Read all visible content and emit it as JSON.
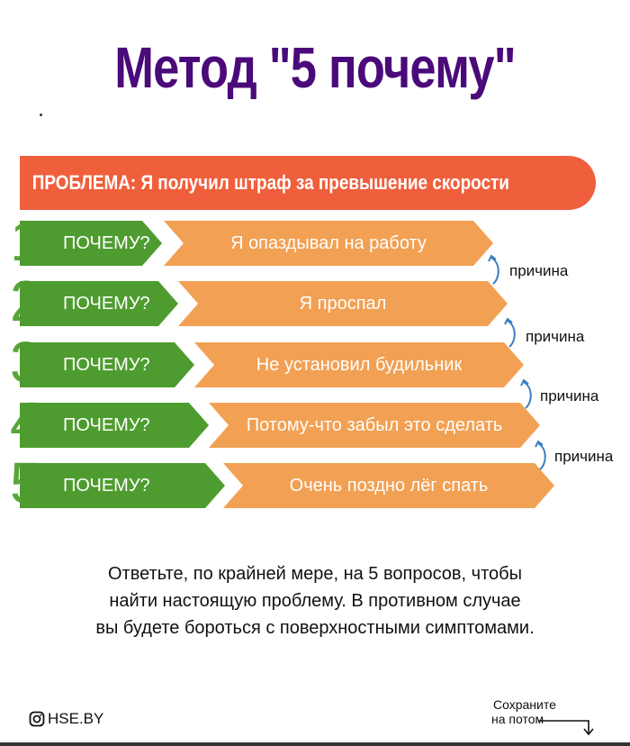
{
  "title": "Метод \"5 почему\"",
  "problem": "ПРОБЛЕМА:  Я получил штраф за превышение скорости",
  "steps": [
    {
      "num": "1",
      "why": "ПОЧЕМУ?",
      "answer": "Я опаздывал на работу"
    },
    {
      "num": "2",
      "why": "ПОЧЕМУ?",
      "answer": "Я проспал"
    },
    {
      "num": "3",
      "why": "ПОЧЕМУ?",
      "answer": "Не установил будильник"
    },
    {
      "num": "4",
      "why": "ПОЧЕМУ?",
      "answer": "Потому-что забыл это сделать"
    },
    {
      "num": "5",
      "why": "ПОЧЕМУ?",
      "answer": "Очень поздно лёг спать"
    }
  ],
  "cause_label": "причина",
  "note": [
    "Ответьте, по крайней мере, на 5 вопросов, чтобы",
    "найти настоящую проблему. В противном случае",
    "вы будете бороться с поверхностными симптомами."
  ],
  "footer": {
    "brand": "HSE.BY",
    "save_line1": "Сохраните",
    "save_line2": "на потом"
  },
  "colors": {
    "title": "#4a0a7a",
    "problem": "#ef5f3c",
    "green": "#4e9c2f",
    "orange": "#f2a053"
  },
  "icons": {
    "instagram": "instagram-icon",
    "cause_arrow": "curved-up-arrow-icon",
    "save_arrow": "down-arrow-icon"
  }
}
